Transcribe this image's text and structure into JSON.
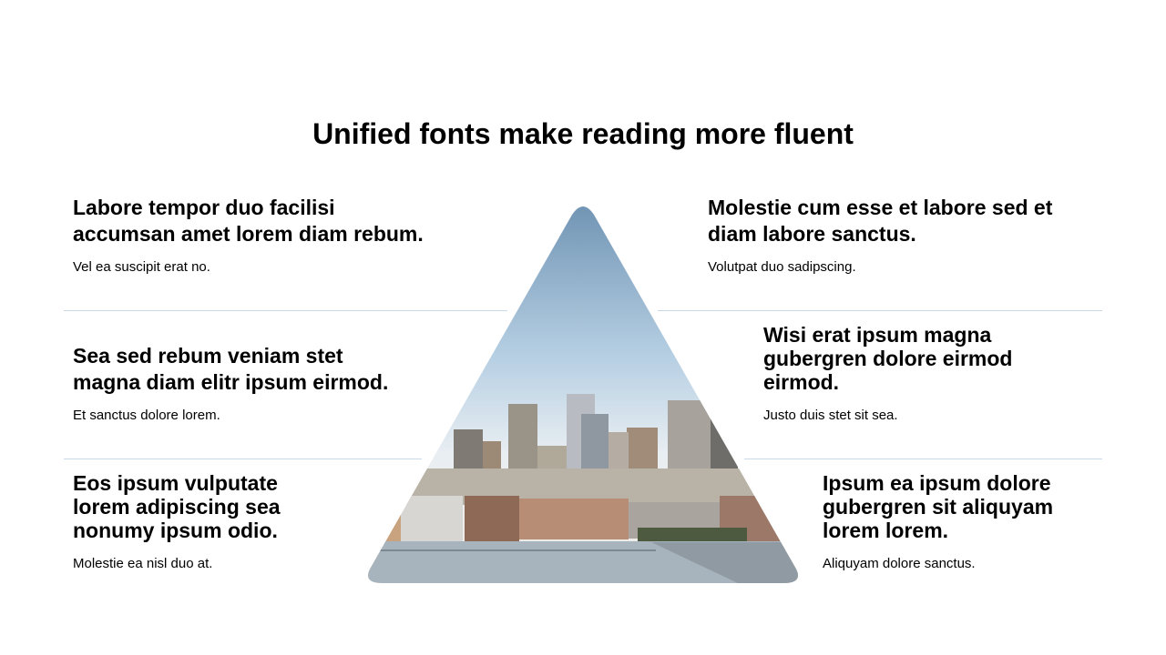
{
  "title": "Unified fonts make reading more fluent",
  "blocks": [
    {
      "heading": [
        "Labore tempor duo facilisi",
        "accumsan amet lorem diam rebum."
      ],
      "text": "Vel ea suscipit erat no."
    },
    {
      "heading": [
        "Sea sed rebum veniam stet",
        "magna diam elitr ipsum eirmod."
      ],
      "text": "Et sanctus dolore lorem."
    },
    {
      "heading": [
        "Eos ipsum vulputate",
        "lorem adipiscing sea",
        "nonumy ipsum odio."
      ],
      "text": "Molestie ea nisl duo at."
    },
    {
      "heading": [
        "Molestie cum esse et labore sed et",
        "diam labore sanctus."
      ],
      "text": "Volutpat duo sadipscing."
    },
    {
      "heading": [
        "Wisi erat ipsum magna",
        "gubergren dolore eirmod",
        "eirmod."
      ],
      "text": "Justo duis stet sit sea."
    },
    {
      "heading": [
        "Ipsum ea ipsum dolore",
        "gubergren sit aliquyam",
        "lorem lorem."
      ],
      "text": "Aliquyam dolore sanctus."
    }
  ],
  "colors": {
    "divider": "#c9d9ea",
    "sky_top": "#6f93b3",
    "sky_bottom": "#e9eef2"
  }
}
